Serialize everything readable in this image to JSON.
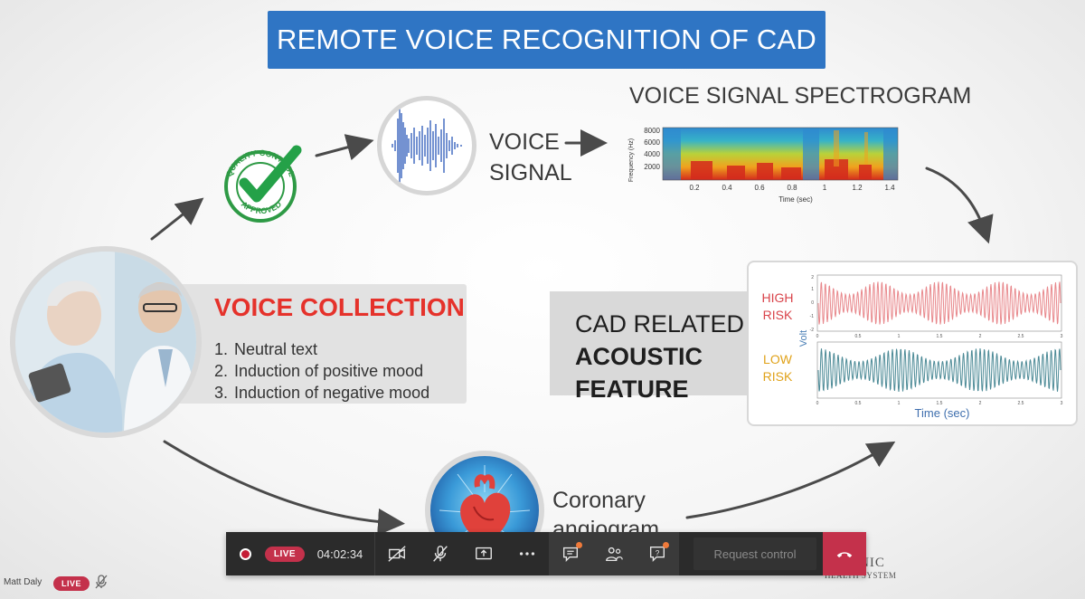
{
  "slide": {
    "title": "REMOTE VOICE RECOGNITION OF CAD",
    "spectrogram_title": "VOICE SIGNAL SPECTROGRAM",
    "voice_signal_lines": [
      "VOICE",
      "SIGNAL"
    ],
    "badge_text_top": "QUALITY CONTROL",
    "badge_text_bottom": "APPROVED",
    "spectrogram": {
      "ylabel": "Frequency (Hz)",
      "yticks": [
        "8000",
        "6000",
        "4000",
        "2000"
      ],
      "xlabel": "Time (sec)",
      "xticks": [
        "0.2",
        "0.4",
        "0.6",
        "0.8",
        "1",
        "1.2",
        "1.4"
      ]
    },
    "voice_collection": {
      "title": "VOICE COLLECTION",
      "items": [
        {
          "num": "1.",
          "text": "Neutral text"
        },
        {
          "num": "2.",
          "text": "Induction of positive mood"
        },
        {
          "num": "3.",
          "text": "Induction of negative mood"
        }
      ]
    },
    "acoustic": {
      "line1": "CAD RELATED",
      "line2": "ACOUSTIC",
      "line3": "FEATURE"
    },
    "waveform": {
      "high_label": [
        "HIGH",
        "RISK"
      ],
      "low_label": [
        "LOW",
        "RISK"
      ],
      "high_color": "#d9434a",
      "low_color": "#e0a21a",
      "ylabel": "Volt",
      "xlabel": "Time (sec)",
      "top_xticks": [
        "0",
        "0.5",
        "1",
        "1.5",
        "2",
        "2.5",
        "3"
      ],
      "bottom_xticks": [
        "0",
        "0.5",
        "1",
        "1.5",
        "2",
        "2.5",
        "3"
      ],
      "yticks": [
        "2",
        "1",
        "0",
        "-1",
        "-2"
      ]
    },
    "coronary_lines": [
      "Coronary",
      "angiogram"
    ],
    "logo_lines": [
      "MA   NIC",
      "HEALTH SYSTEM"
    ]
  },
  "meeting": {
    "live_label": "LIVE",
    "timer": "04:02:34",
    "request_control_label": "Request control",
    "presenter_name": "Matt Daly",
    "presenter_live": "LIVE",
    "icons": [
      "record-icon",
      "camera-off-icon",
      "mic-off-icon",
      "share-screen-icon",
      "more-icon",
      "chat-icon",
      "participants-icon",
      "qa-icon",
      "hang-up-icon"
    ]
  },
  "colors": {
    "banner_blue": "#2f75c4",
    "collection_red": "#e5322b",
    "live_red": "#c4314b",
    "bar_dark": "#2b2b2b"
  }
}
